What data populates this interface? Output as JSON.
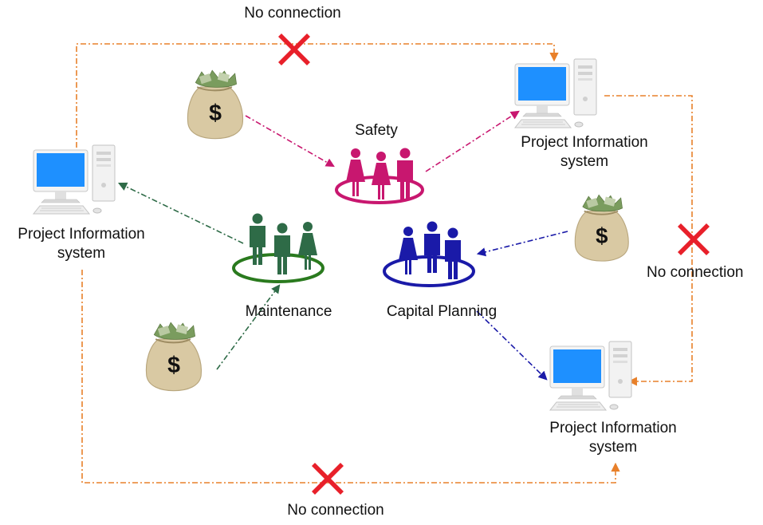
{
  "diagram": {
    "groups": {
      "safety": "Safety",
      "maintenance": "Maintenance",
      "capital_planning": "Capital Planning"
    },
    "systems": {
      "left": [
        "Project Information",
        "system"
      ],
      "top_right": [
        "Project Information",
        "system"
      ],
      "bottom_right": [
        "Project Information",
        "system"
      ]
    },
    "no_connection": {
      "top": "No connection",
      "right": "No connection",
      "bottom": "No connection"
    },
    "money_symbol": "$",
    "colors": {
      "safety": "#c8176f",
      "maintenance": "#2e6b47",
      "maintenance_ring": "#2a7a1e",
      "capital_planning": "#1a1aa8",
      "orange_link": "#e8802a",
      "red_x": "#e8202a",
      "monitor_screen": "#1e90ff",
      "money_bag": "#d9c9a3"
    },
    "icons": [
      "computer-icon",
      "money-bag-icon",
      "people-group-icon",
      "red-x-icon"
    ]
  }
}
